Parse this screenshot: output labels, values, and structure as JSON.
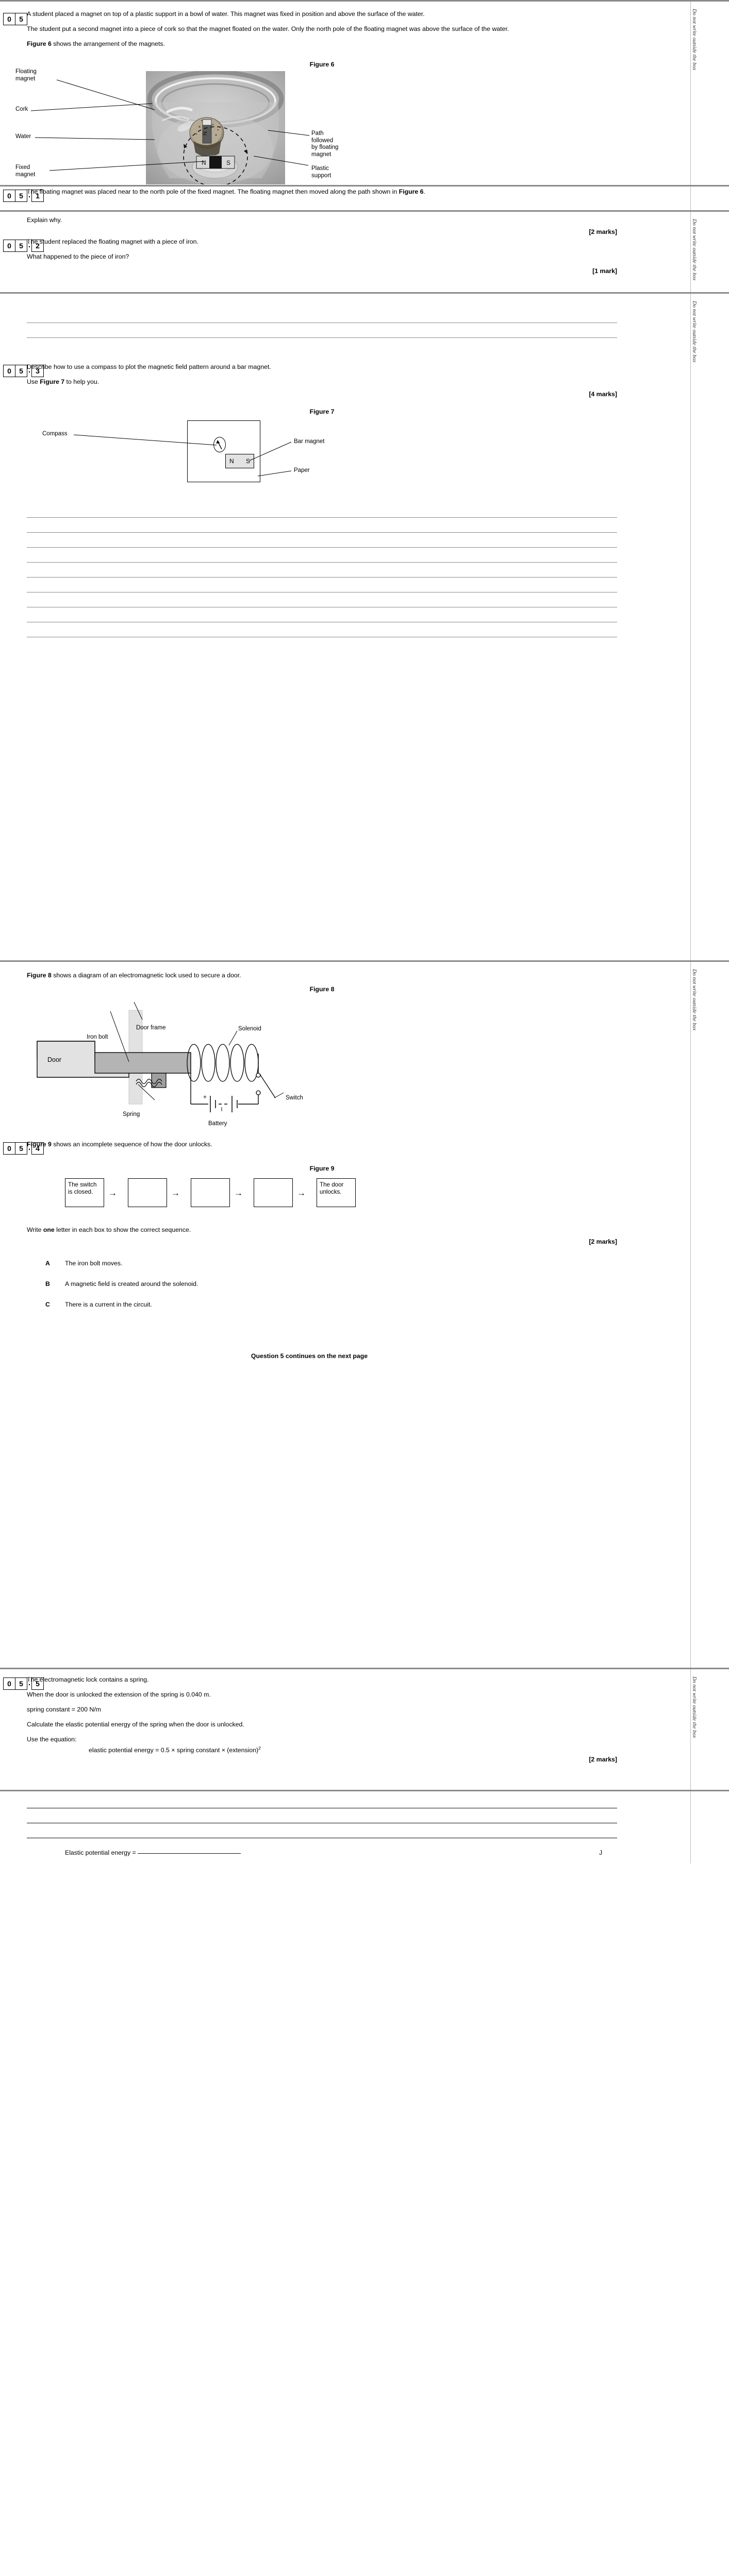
{
  "margin_note": "Do not write outside the box",
  "question": {
    "number_digits": [
      "0",
      "5"
    ],
    "intro_paragraphs": [
      "A student placed a magnet on top of a plastic support in a bowl of water.  This magnet was fixed in position and above the surface of the water.",
      "The student put a second magnet into a piece of cork so that the magnet floated on the water.  Only the north pole of the floating magnet was above the surface of the water."
    ],
    "figure6_lead_bold": "Figure 6",
    "figure6_lead_rest": " shows the arrangement of the magnets.",
    "figure6_caption": "Figure 6",
    "figure6_labels": {
      "floating_magnet": "Floating\nmagnet",
      "floating_magnet_l1": "Floating",
      "floating_magnet_l2": "magnet",
      "cork": "Cork",
      "water": "Water",
      "fixed_magnet_l1": "Fixed",
      "fixed_magnet_l2": "magnet",
      "path_l1": "Path",
      "path_l2": "followed",
      "path_l3": "by floating",
      "path_l4": "magnet",
      "plastic_l1": "Plastic",
      "plastic_l2": "support",
      "pole_north": "N",
      "pole_south": "S",
      "floating_pole_n": "N"
    }
  },
  "q051": {
    "digits": [
      "0",
      "5"
    ],
    "sub": "1",
    "text_a": "The floating magnet was placed near to the north pole of the fixed magnet. The floating magnet then moved along the path shown in ",
    "text_a_bold": "Figure 6",
    "text_a_end": ".",
    "text_b": "Explain why.",
    "marks": "[2 marks]"
  },
  "q052": {
    "digits": [
      "0",
      "5"
    ],
    "sub": "2",
    "text_a": "The student replaced the floating magnet with a piece of iron.",
    "text_b": "What happened to the piece of iron?",
    "marks": "[1 mark]"
  },
  "q053": {
    "digits": [
      "0",
      "5"
    ],
    "sub": "3",
    "text_a": "Describe how to use a compass to plot the magnetic field pattern around a bar magnet.",
    "text_b_pre": "Use ",
    "text_b_bold": "Figure 7",
    "text_b_post": " to help you.",
    "marks": "[4 marks]",
    "figure7_caption": "Figure 7",
    "figure7_labels": {
      "compass": "Compass",
      "bar_magnet": "Bar magnet",
      "paper": "Paper",
      "pole_n": "N",
      "pole_s": "S"
    }
  },
  "fig8": {
    "lead_bold": "Figure 8",
    "lead_rest": " shows a diagram of an electromagnetic lock used to secure a door.",
    "caption": "Figure 8",
    "labels": {
      "door": "Door",
      "iron_bolt": "Iron bolt",
      "door_frame": "Door frame",
      "solenoid": "Solenoid",
      "switch": "Switch",
      "spring": "Spring",
      "battery": "Battery",
      "battery_plus": "+"
    }
  },
  "q054": {
    "digits": [
      "0",
      "5"
    ],
    "sub": "4",
    "lead_bold": "Figure 9",
    "lead_rest": " shows an incomplete sequence of how the door unlocks.",
    "figure9_caption": "Figure 9",
    "sequence": [
      {
        "text": "The switch is closed.",
        "filled": true
      },
      {
        "text": "",
        "filled": false
      },
      {
        "text": "",
        "filled": false
      },
      {
        "text": "",
        "filled": false
      },
      {
        "text": "The door unlocks.",
        "filled": true
      }
    ],
    "arrow_glyph": "→",
    "instruction_pre": "Write ",
    "instruction_bold": "one",
    "instruction_post": " letter in each box to show the correct sequence.",
    "marks": "[2 marks]",
    "options": [
      {
        "letter": "A",
        "text": "The iron bolt moves."
      },
      {
        "letter": "B",
        "text": "A magnetic field is created around the solenoid."
      },
      {
        "letter": "C",
        "text": "There is a current in the circuit."
      }
    ],
    "continues_note": "Question 5 continues on the next page"
  },
  "q055": {
    "digits": [
      "0",
      "5"
    ],
    "sub": "5",
    "text_a": "The electromagnetic lock contains a spring.",
    "text_b": "When the door is unlocked the extension of the spring is 0.040 m.",
    "text_c": "spring constant = 200 N/m",
    "text_d": "Calculate the elastic potential energy of the spring when the door is unlocked.",
    "text_e": "Use the equation:",
    "equation": "elastic potential energy = 0.5 × spring constant × (extension)",
    "equation_sup": "2",
    "marks": "[2 marks]",
    "answer_label": "Elastic potential energy = ",
    "answer_unit": "J"
  }
}
